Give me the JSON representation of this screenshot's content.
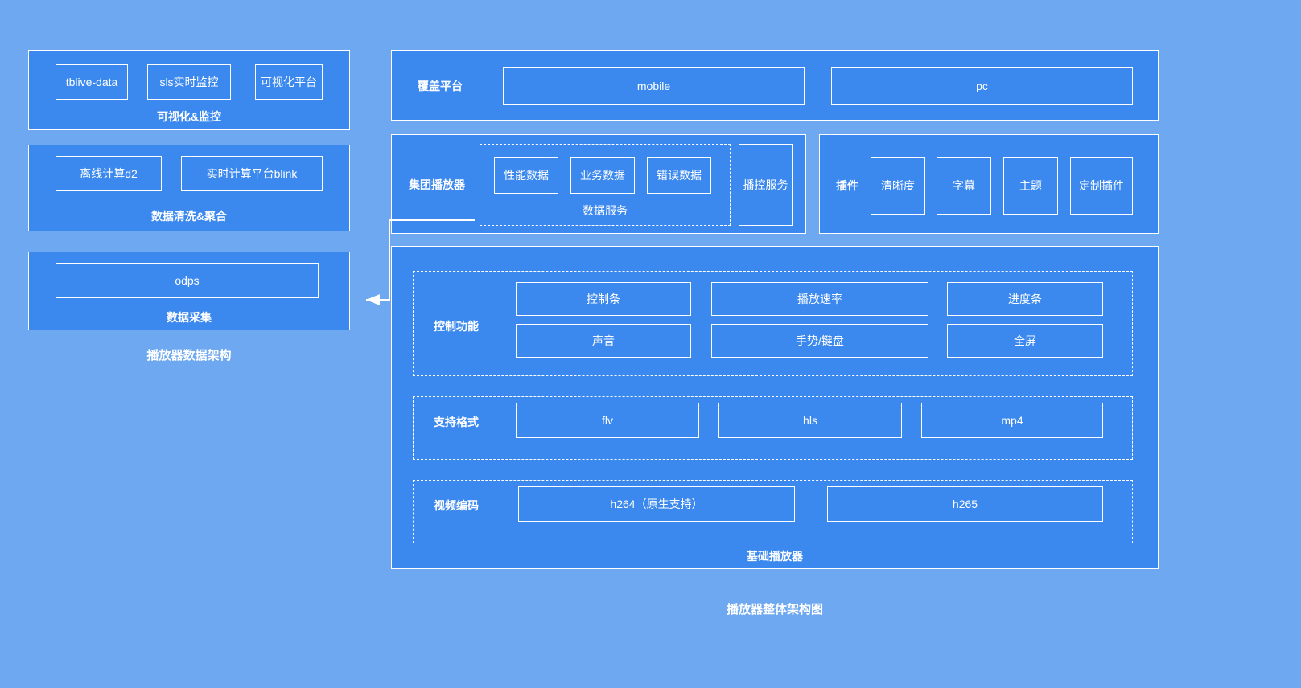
{
  "diagram": {
    "background_color": "#6EA8F0",
    "panel_color": "#3B88EE",
    "line_color": "#FFFFFF"
  },
  "left_column": {
    "caption": "播放器数据架构",
    "groups": [
      {
        "title": "可视化&监控",
        "items": [
          {
            "label": "tblive-data"
          },
          {
            "label": "sls实时监控"
          },
          {
            "label": "可视化平台"
          }
        ]
      },
      {
        "title": "数据清洗&聚合",
        "items": [
          {
            "label": "离线计算d2"
          },
          {
            "label": "实时计算平台blink"
          }
        ]
      },
      {
        "title": "数据采集",
        "items": [
          {
            "label": "odps"
          }
        ]
      }
    ]
  },
  "right_column": {
    "caption": "播放器整体架构图",
    "platform_row": {
      "section_label": "覆盖平台",
      "items": [
        {
          "label": "mobile"
        },
        {
          "label": "pc"
        }
      ]
    },
    "group_player": {
      "section_label": "集团播放器",
      "data_service": {
        "title": "数据服务",
        "items": [
          {
            "label": "性能数据"
          },
          {
            "label": "业务数据"
          },
          {
            "label": "错误数据"
          }
        ]
      },
      "broadcast_control": {
        "label": "播控服务"
      }
    },
    "plugins": {
      "section_label": "插件",
      "items": [
        {
          "label": "清晰度"
        },
        {
          "label": "字幕"
        },
        {
          "label": "主题"
        },
        {
          "label": "定制插件"
        }
      ]
    },
    "base_player": {
      "title": "基础播放器",
      "sections": [
        {
          "section_label": "控制功能",
          "rows": [
            [
              {
                "label": "控制条"
              },
              {
                "label": "播放速率"
              },
              {
                "label": "进度条"
              }
            ],
            [
              {
                "label": "声音"
              },
              {
                "label": "手势/键盘"
              },
              {
                "label": "全屏"
              }
            ]
          ]
        },
        {
          "section_label": "支持格式",
          "rows": [
            [
              {
                "label": "flv"
              },
              {
                "label": "hls"
              },
              {
                "label": "mp4"
              }
            ]
          ]
        },
        {
          "section_label": "视频编码",
          "rows": [
            [
              {
                "label": "h264（原生支持）"
              },
              {
                "label": "h265"
              }
            ]
          ]
        }
      ]
    }
  },
  "connector": {
    "name": "arrow-group-player-to-data-collection"
  }
}
